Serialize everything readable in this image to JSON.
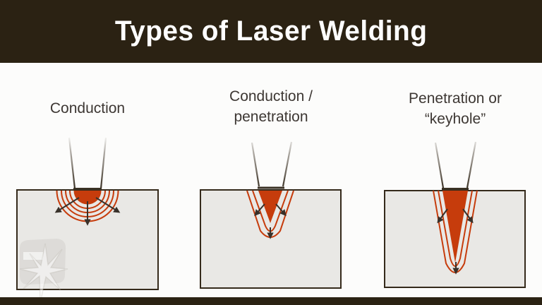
{
  "header": {
    "title": "Types of Laser Welding"
  },
  "panels": [
    {
      "id": "conduction",
      "label": "Conduction"
    },
    {
      "id": "conduction-penetration",
      "label": "Conduction /\npenetration"
    },
    {
      "id": "keyhole",
      "label": "Penetration or\n“keyhole”"
    }
  ],
  "colors": {
    "header_bg": "#2b2213",
    "header_text": "#ffffff",
    "page_bg": "#fcfcfb",
    "material_fill": "#e9e8e5",
    "material_border": "#352a1b",
    "weld_pool": "#c63c0c",
    "isotherm": "#c63c0c",
    "laser_beam": "#3a3124",
    "arrow": "#38312a",
    "label_text": "#3d3733",
    "footer_bar": "#2b2213"
  }
}
